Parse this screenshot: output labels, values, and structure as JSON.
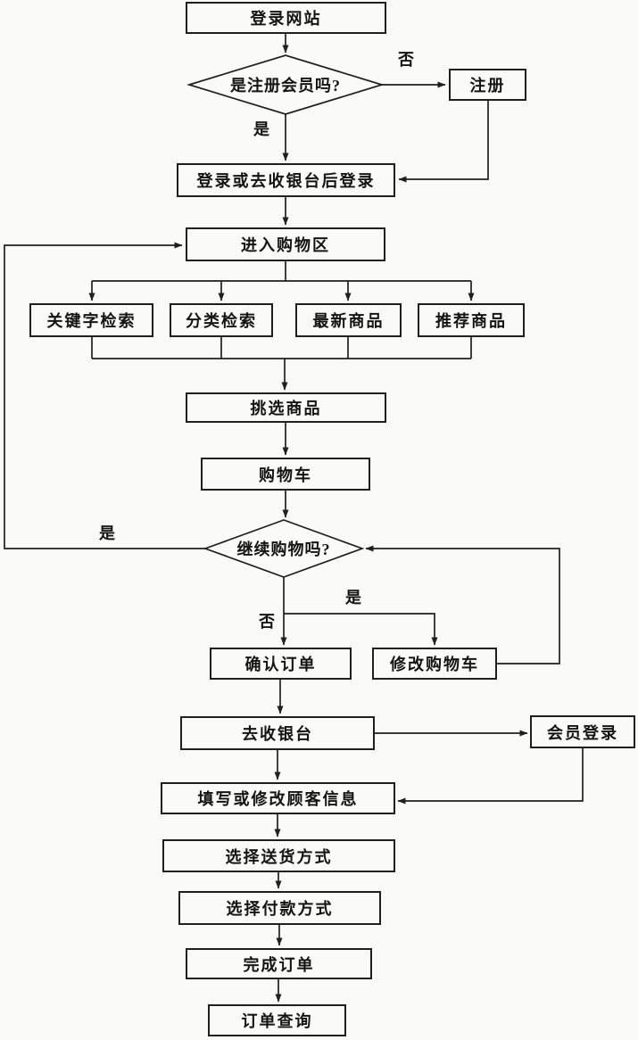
{
  "diagram": {
    "type": "flowchart",
    "background_color": "#fafaf9",
    "line_color": "#1f1f1f",
    "nodes": {
      "login_website": {
        "label": "登录网站",
        "shape": "rect"
      },
      "is_registered_member": {
        "label": "是注册会员吗?",
        "shape": "diamond"
      },
      "register": {
        "label": "注册",
        "shape": "rect"
      },
      "login_or_cashier": {
        "label": "登录或去收银台后登录",
        "shape": "rect"
      },
      "enter_shopping_area": {
        "label": "进入购物区",
        "shape": "rect"
      },
      "keyword_search": {
        "label": "关键字检索",
        "shape": "rect"
      },
      "category_search": {
        "label": "分类检索",
        "shape": "rect"
      },
      "newest_products": {
        "label": "最新商品",
        "shape": "rect"
      },
      "recommended_products": {
        "label": "推荐商品",
        "shape": "rect"
      },
      "pick_products": {
        "label": "挑选商品",
        "shape": "rect"
      },
      "shopping_cart": {
        "label": "购物车",
        "shape": "rect"
      },
      "continue_shopping": {
        "label": "继续购物吗?",
        "shape": "diamond"
      },
      "confirm_order": {
        "label": "确认订单",
        "shape": "rect"
      },
      "modify_cart": {
        "label": "修改购物车",
        "shape": "rect"
      },
      "go_to_cashier": {
        "label": "去收银台",
        "shape": "rect"
      },
      "member_login": {
        "label": "会员登录",
        "shape": "rect"
      },
      "fill_customer_info": {
        "label": "填写或修改顾客信息",
        "shape": "rect"
      },
      "choose_delivery": {
        "label": "选择送货方式",
        "shape": "rect"
      },
      "choose_payment": {
        "label": "选择付款方式",
        "shape": "rect"
      },
      "complete_order": {
        "label": "完成订单",
        "shape": "rect"
      },
      "order_query": {
        "label": "订单查询",
        "shape": "rect"
      }
    },
    "edge_labels": {
      "no_to_register": "否",
      "yes_to_login": "是",
      "yes_continue_loop": "是",
      "yes_to_modify": "是",
      "no_to_confirm": "否"
    }
  }
}
